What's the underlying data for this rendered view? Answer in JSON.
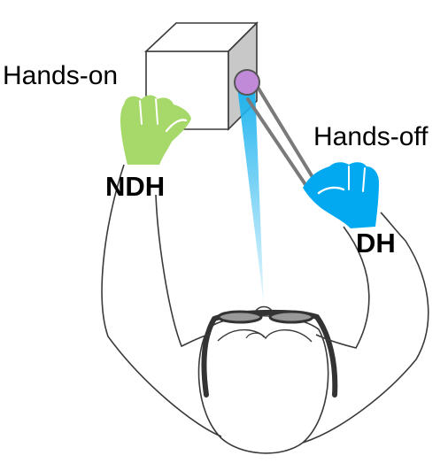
{
  "labels": {
    "hands_on": "Hands-on",
    "hands_off": "Hands-off",
    "ndh": "NDH",
    "dh": "DH"
  },
  "colors": {
    "ndh_hand": "#a6d96a",
    "dh_hand": "#03a9f0",
    "target_sphere": "#c08ad8",
    "ray_beam": "#33c0f0",
    "cube_side": "#c8c8c8",
    "outline": "#3a3a3a",
    "headset": "#333333"
  },
  "icons": {
    "cube": "cube-icon",
    "ndh_hand": "fist-icon",
    "dh_hand": "fist-icon",
    "headset": "vr-headset-icon"
  }
}
